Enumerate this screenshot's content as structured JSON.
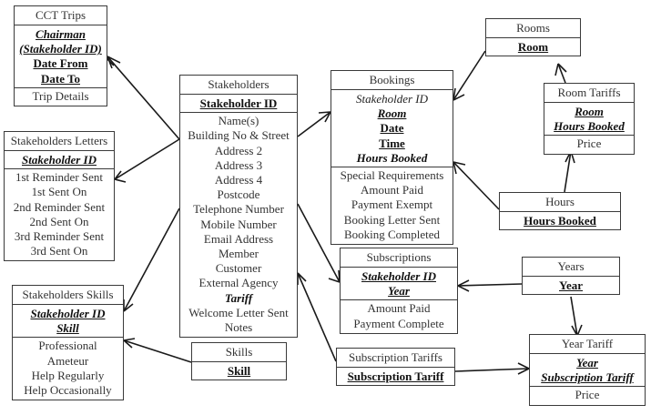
{
  "entities": {
    "cct_trips": {
      "title": "CCT Trips",
      "keys": [
        {
          "text": "Chairman",
          "kind": "pkfk"
        },
        {
          "text": "(Stakeholder ID)",
          "kind": "pkfk"
        },
        {
          "text": "Date From",
          "kind": "pk"
        },
        {
          "text": "Date To",
          "kind": "pk"
        }
      ],
      "attrs": [
        "Trip Details"
      ]
    },
    "stakeholders_letters": {
      "title": "Stakeholders Letters",
      "keys": [
        {
          "text": "Stakeholder ID",
          "kind": "pkfk"
        }
      ],
      "attrs": [
        "1st Reminder Sent",
        "1st Sent On",
        "2nd Reminder Sent",
        "2nd Sent On",
        "3rd Reminder Sent",
        "3rd Sent On"
      ]
    },
    "stakeholders_skills": {
      "title": "Stakeholders Skills",
      "keys": [
        {
          "text": "Stakeholder ID",
          "kind": "pkfk"
        },
        {
          "text": "Skill",
          "kind": "pkfk"
        }
      ],
      "attrs": [
        "Professional",
        "Ameteur",
        "Help Regularly",
        "Help Occasionally"
      ]
    },
    "stakeholders": {
      "title": "Stakeholders",
      "keys": [
        {
          "text": "Stakeholder ID",
          "kind": "pk"
        }
      ],
      "attrs": [
        {
          "text": "Name(s)",
          "kind": "norm"
        },
        {
          "text": "Building No & Street",
          "kind": "norm"
        },
        {
          "text": "Address 2",
          "kind": "norm"
        },
        {
          "text": "Address 3",
          "kind": "norm"
        },
        {
          "text": "Address 4",
          "kind": "norm"
        },
        {
          "text": "Postcode",
          "kind": "norm"
        },
        {
          "text": "Telephone Number",
          "kind": "norm"
        },
        {
          "text": "Mobile Number",
          "kind": "norm"
        },
        {
          "text": "Email Address",
          "kind": "norm"
        },
        {
          "text": "Member",
          "kind": "norm"
        },
        {
          "text": "Customer",
          "kind": "norm"
        },
        {
          "text": "External Agency",
          "kind": "norm"
        },
        {
          "text": "Tariff",
          "kind": "fkbold"
        },
        {
          "text": "Welcome Letter Sent",
          "kind": "norm"
        },
        {
          "text": "Notes",
          "kind": "norm"
        }
      ]
    },
    "skills": {
      "title": "Skills",
      "keys": [
        {
          "text": "Skill",
          "kind": "pk"
        }
      ],
      "attrs": []
    },
    "bookings": {
      "title": "Bookings",
      "keys": [
        {
          "text": "Stakeholder ID",
          "kind": "fk"
        },
        {
          "text": "Room",
          "kind": "pkfk"
        },
        {
          "text": "Date",
          "kind": "pk"
        },
        {
          "text": "Time",
          "kind": "pk"
        },
        {
          "text": "Hours Booked",
          "kind": "fkbold"
        }
      ],
      "attrs": [
        "Special Requirements",
        "Amount Paid",
        "Payment Exempt",
        "Booking Letter Sent",
        "Booking Completed"
      ]
    },
    "rooms": {
      "title": "Rooms",
      "keys": [
        {
          "text": "Room",
          "kind": "pk"
        }
      ],
      "attrs": []
    },
    "room_tariffs": {
      "title": "Room Tariffs",
      "keys": [
        {
          "text": "Room",
          "kind": "pkfk"
        },
        {
          "text": "Hours Booked",
          "kind": "pkfk"
        }
      ],
      "attrs": [
        "Price"
      ]
    },
    "hours": {
      "title": "Hours",
      "keys": [
        {
          "text": "Hours Booked",
          "kind": "pk"
        }
      ],
      "attrs": []
    },
    "subscriptions": {
      "title": "Subscriptions",
      "keys": [
        {
          "text": "Stakeholder ID",
          "kind": "pkfk"
        },
        {
          "text": "Year",
          "kind": "pkfk"
        }
      ],
      "attrs": [
        "Amount Paid",
        "Payment Complete"
      ]
    },
    "years": {
      "title": "Years",
      "keys": [
        {
          "text": "Year",
          "kind": "pk"
        }
      ],
      "attrs": []
    },
    "subscription_tariffs": {
      "title": "Subscription Tariffs",
      "keys": [
        {
          "text": "Subscription Tariff",
          "kind": "pk"
        }
      ],
      "attrs": []
    },
    "year_tariff": {
      "title": "Year Tariff",
      "keys": [
        {
          "text": "Year",
          "kind": "pkfk"
        },
        {
          "text": "Subscription Tariff",
          "kind": "pkfk"
        }
      ],
      "attrs": [
        "Price"
      ]
    }
  },
  "colors": {
    "line": "#1a1a1a",
    "border": "#3a3a3a",
    "text": "#333333"
  }
}
